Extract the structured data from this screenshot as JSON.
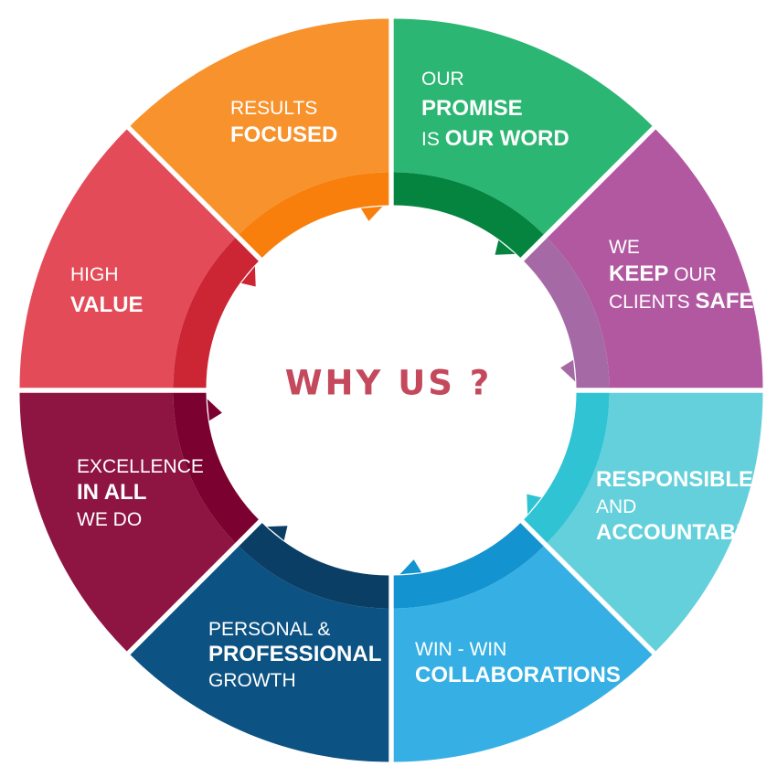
{
  "center": {
    "title": "WHY US ?",
    "color": "#c4495c"
  },
  "segments": [
    {
      "id": "results-focused",
      "color": "#2bb673",
      "inner_color": "#05843f",
      "lines": [
        [
          {
            "t": "RESULTS",
            "b": false
          }
        ],
        [
          {
            "t": "FOCUSED",
            "b": true
          }
        ]
      ]
    },
    {
      "id": "our-promise",
      "color": "#b158a1",
      "inner_color": "#a56aa6",
      "lines": [
        [
          {
            "t": "OUR",
            "b": false
          }
        ],
        [
          {
            "t": "PROMISE",
            "b": true
          }
        ],
        [
          {
            "t": "IS ",
            "b": false
          },
          {
            "t": "OUR WORD",
            "b": true
          }
        ]
      ]
    },
    {
      "id": "keep-clients-safe",
      "color": "#63d0dc",
      "inner_color": "#2fc3d4",
      "lines": [
        [
          {
            "t": "WE",
            "b": false
          }
        ],
        [
          {
            "t": "KEEP",
            "b": true
          },
          {
            "t": " OUR",
            "b": false
          }
        ],
        [
          {
            "t": "CLIENTS ",
            "b": false
          },
          {
            "t": "SAFE",
            "b": true
          }
        ]
      ]
    },
    {
      "id": "responsible-accountable",
      "color": "#36b0e4",
      "inner_color": "#1393cf",
      "lines": [
        [
          {
            "t": "RESPONSIBLE",
            "b": true
          }
        ],
        [
          {
            "t": "AND",
            "b": false
          }
        ],
        [
          {
            "t": "ACCOUNTABLE",
            "b": true
          }
        ]
      ]
    },
    {
      "id": "win-win-collaborations",
      "color": "#0c5283",
      "inner_color": "#0a3e65",
      "lines": [
        [
          {
            "t": "WIN - WIN",
            "b": false
          }
        ],
        [
          {
            "t": "COLLABORATIONS",
            "b": true
          }
        ]
      ]
    },
    {
      "id": "personal-professional-growth",
      "color": "#8e1442",
      "inner_color": "#7b0130",
      "lines": [
        [
          {
            "t": "PERSONAL &",
            "b": false
          }
        ],
        [
          {
            "t": "PROFESSIONAL",
            "b": true
          }
        ],
        [
          {
            "t": "GROWTH",
            "b": false
          }
        ]
      ]
    },
    {
      "id": "excellence-in-all",
      "color": "#e34b58",
      "inner_color": "#cc2533",
      "lines": [
        [
          {
            "t": "EXCELLENCE",
            "b": false
          }
        ],
        [
          {
            "t": "IN ALL",
            "b": true
          }
        ],
        [
          {
            "t": "WE DO",
            "b": false
          }
        ]
      ]
    },
    {
      "id": "high-value",
      "color": "#f8922c",
      "inner_color": "#f87f0c",
      "lines": [
        [
          {
            "t": "HIGH",
            "b": false
          }
        ],
        [
          {
            "t": "VALUE",
            "b": true
          }
        ]
      ]
    }
  ]
}
